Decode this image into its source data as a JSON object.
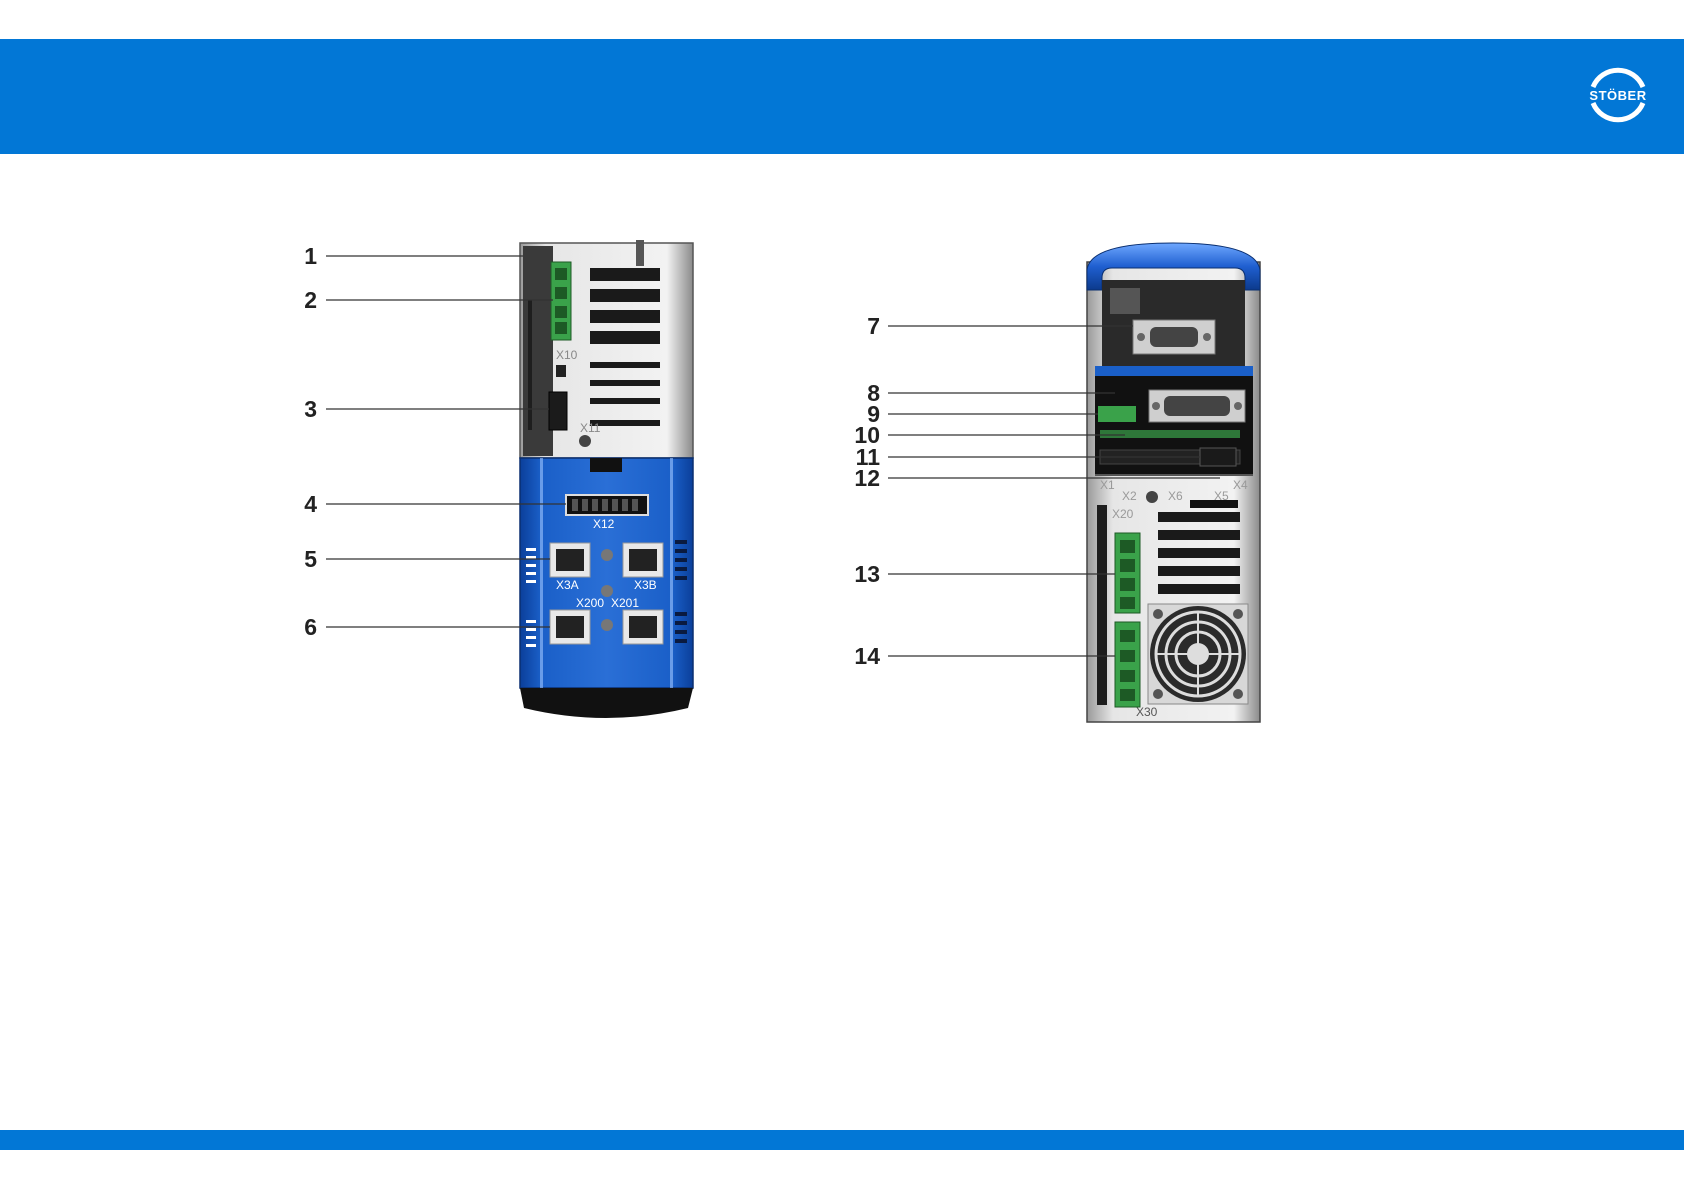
{
  "brand": {
    "logo_text": "STÖBER",
    "accent": "#0277d6",
    "body_blue": "#1a5fc8",
    "terminal_green": "#3aa24a"
  },
  "front_view": {
    "callouts": [
      "1",
      "2",
      "3",
      "4",
      "5",
      "6"
    ],
    "connector_labels": {
      "x10": "X10",
      "x11": "X11",
      "x12": "X12",
      "x3a": "X3A",
      "x3b": "X3B",
      "x200": "X200",
      "x201": "X201"
    }
  },
  "top_view": {
    "callouts": [
      "7",
      "8",
      "9",
      "10",
      "11",
      "12",
      "13",
      "14"
    ],
    "connector_labels": {
      "x1": "X1",
      "x2": "X2",
      "x6": "X6",
      "x5": "X5",
      "x4": "X4",
      "x20": "X20",
      "x30": "X30"
    }
  }
}
